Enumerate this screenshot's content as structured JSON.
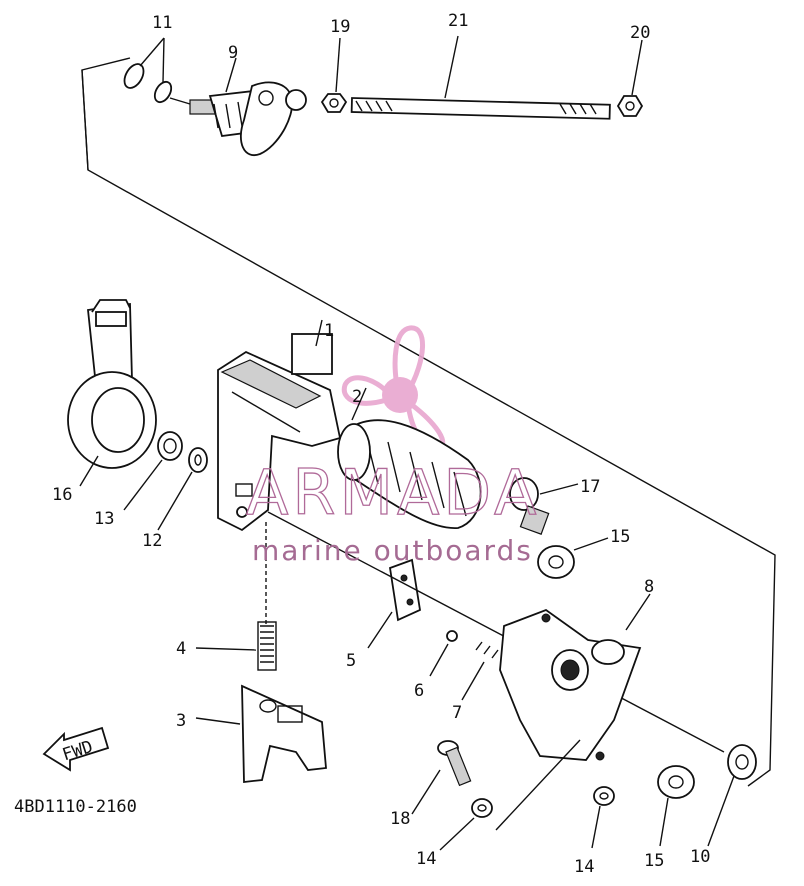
{
  "diagram": {
    "part_code": "4BD1110-2160",
    "fwd_label": "FWD",
    "part_numbers": [
      {
        "id": "1",
        "text": "1"
      },
      {
        "id": "2",
        "text": "2"
      },
      {
        "id": "3",
        "text": "3"
      },
      {
        "id": "4",
        "text": "4"
      },
      {
        "id": "5",
        "text": "5"
      },
      {
        "id": "6",
        "text": "6"
      },
      {
        "id": "7",
        "text": "7"
      },
      {
        "id": "8",
        "text": "8"
      },
      {
        "id": "9",
        "text": "9"
      },
      {
        "id": "10",
        "text": "10"
      },
      {
        "id": "11",
        "text": "11"
      },
      {
        "id": "12",
        "text": "12"
      },
      {
        "id": "13",
        "text": "13"
      },
      {
        "id": "14a",
        "text": "14"
      },
      {
        "id": "14b",
        "text": "14"
      },
      {
        "id": "15a",
        "text": "15"
      },
      {
        "id": "15b",
        "text": "15"
      },
      {
        "id": "16",
        "text": "16"
      },
      {
        "id": "17",
        "text": "17"
      },
      {
        "id": "18",
        "text": "18"
      },
      {
        "id": "19",
        "text": "19"
      },
      {
        "id": "20",
        "text": "20"
      },
      {
        "id": "21",
        "text": "21"
      }
    ]
  },
  "watermark": {
    "title": "ARMADA",
    "subtitle": "marine outboards",
    "color": "#e8a6cf"
  }
}
